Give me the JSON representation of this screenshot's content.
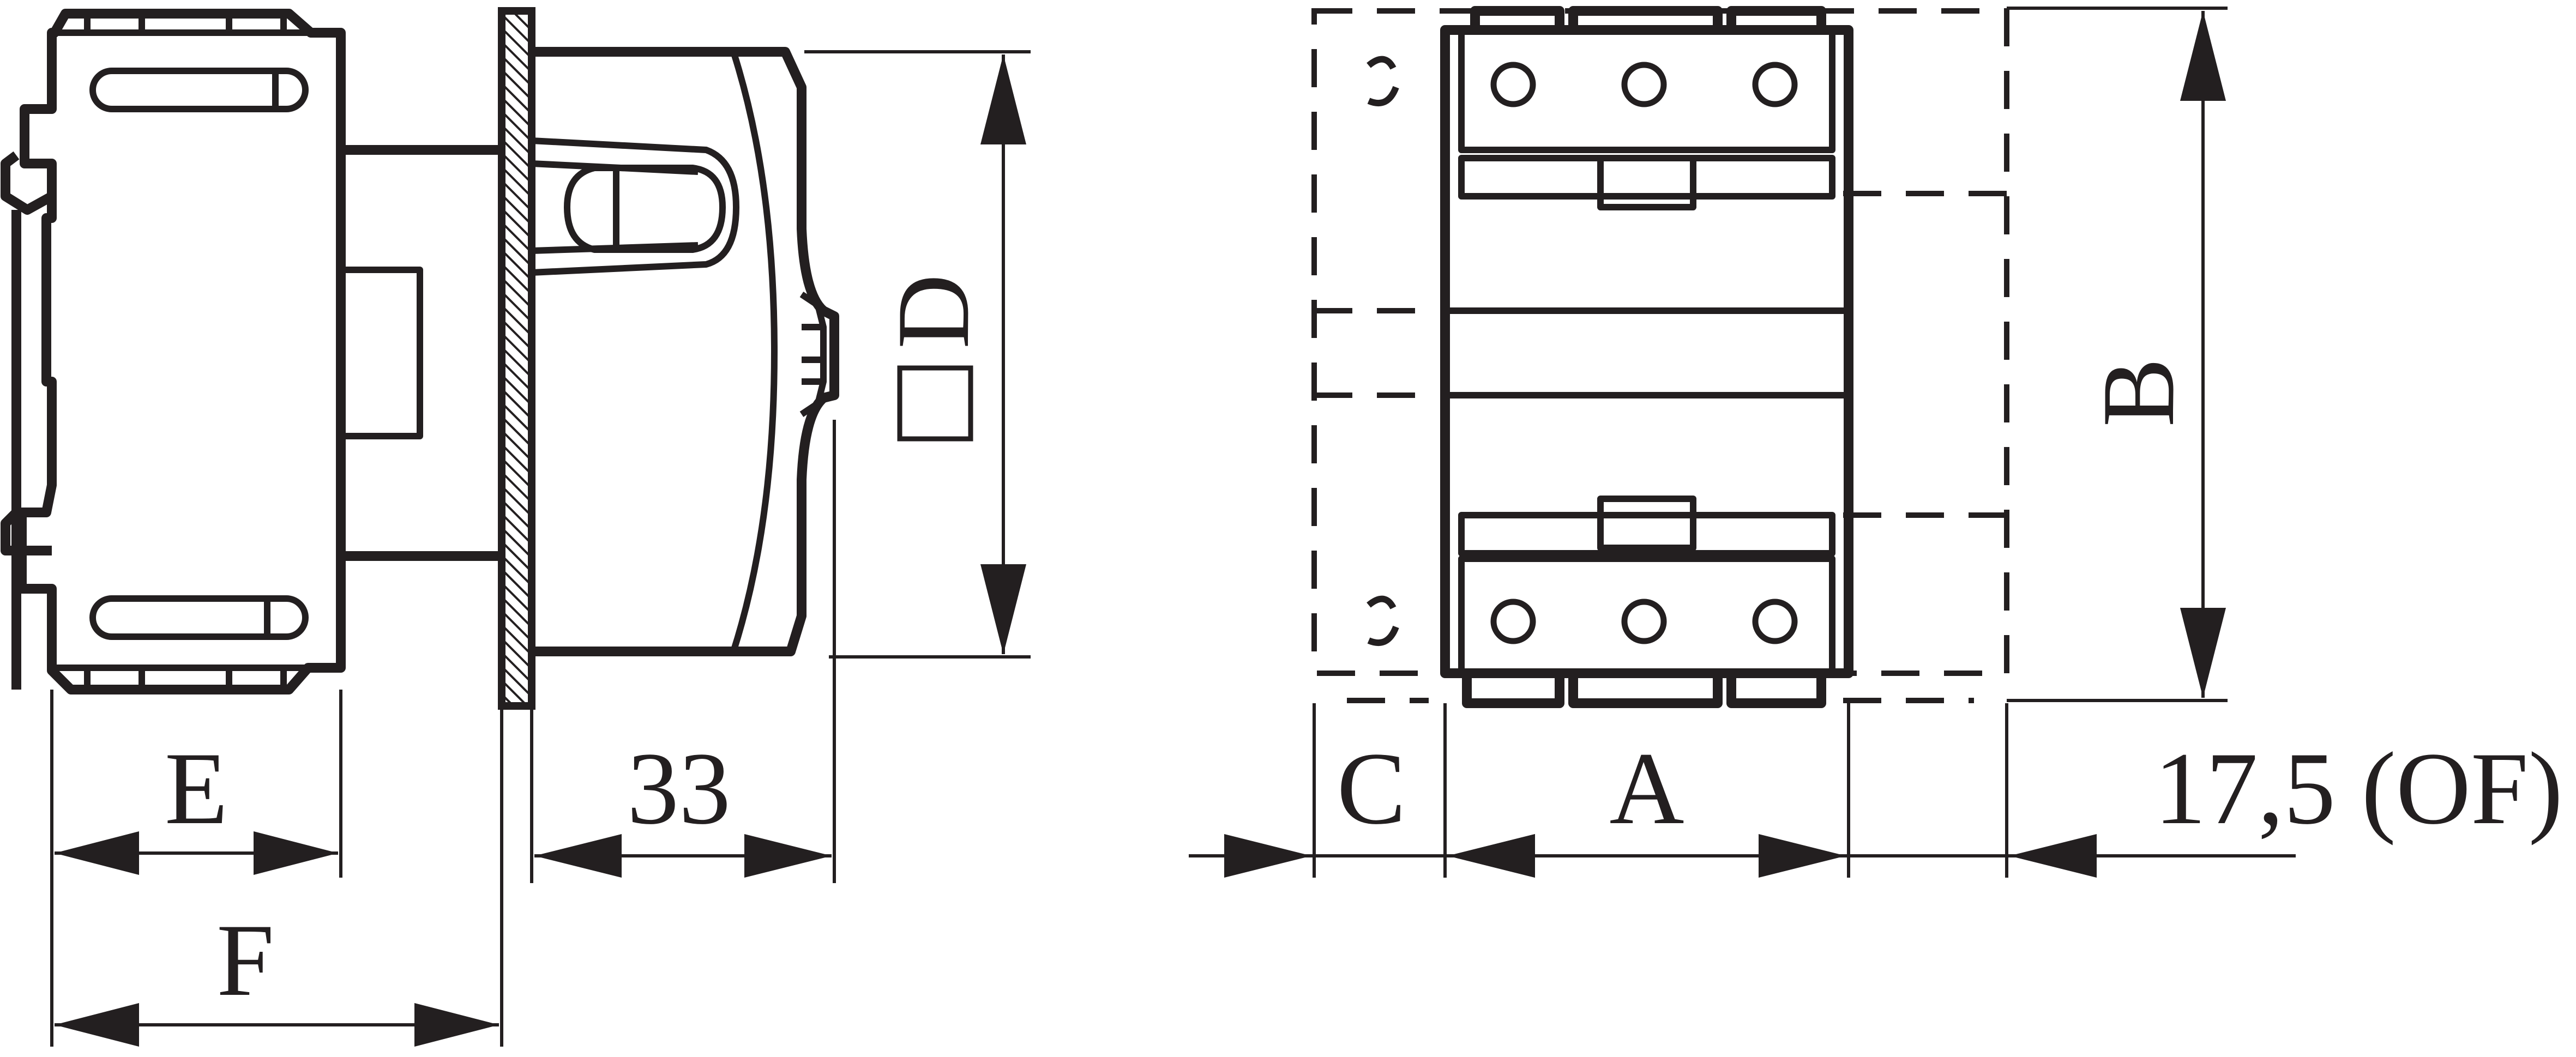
{
  "figure": {
    "side_view": {
      "labels": {
        "E": "E",
        "F": "F",
        "dim_33": "33",
        "square_D": "D"
      }
    },
    "front_view": {
      "labels": {
        "A": "A",
        "B": "B",
        "C": "C",
        "of_note": "17,5 (OF)"
      }
    },
    "colors": {
      "ink": "#231f20",
      "background": "#ffffff"
    }
  }
}
